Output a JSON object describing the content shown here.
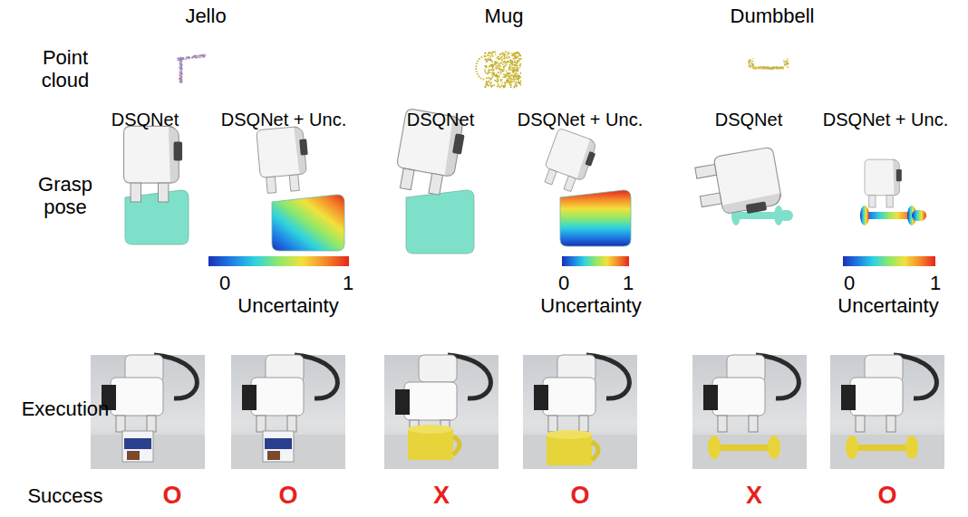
{
  "diagram": {
    "labels": [
      "Jello",
      "Mug",
      "Dumbbell",
      "Point cloud",
      "DSQNet",
      "DSQNet + Unc.",
      "DSQNet",
      "DSQNet + Unc.",
      "DSQNet",
      "DSQNet + Unc.",
      "Grasp pose",
      "0",
      "1",
      "Uncertainty",
      "0",
      "1",
      "Uncertainty",
      "0",
      "1",
      "Uncertainty",
      "Execution",
      "Success",
      "O",
      "O",
      "X",
      "O",
      "X",
      "O"
    ]
  }
}
